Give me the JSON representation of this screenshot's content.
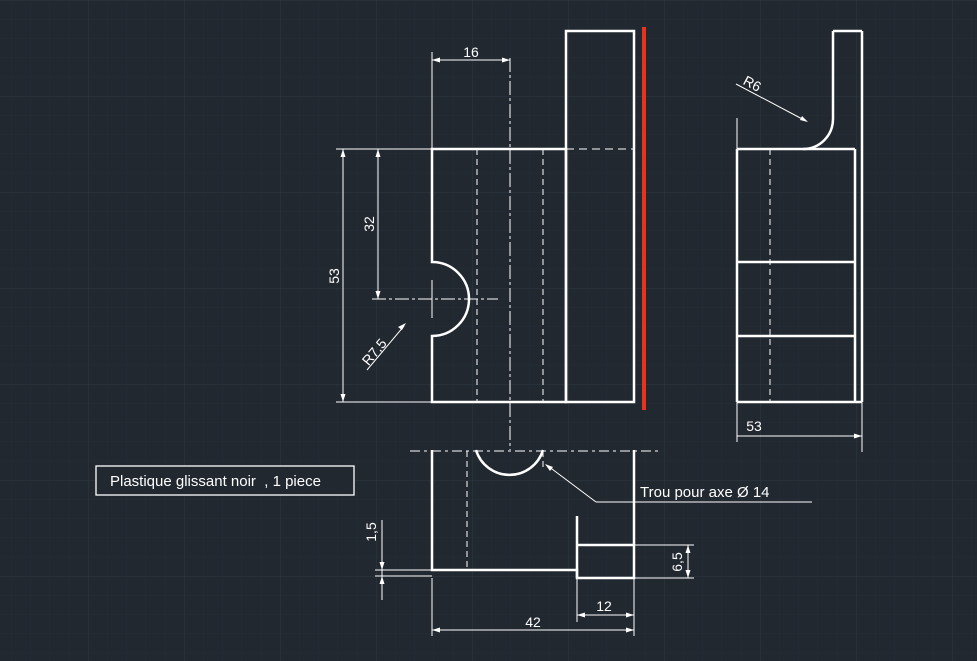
{
  "colors": {
    "background": "#212830",
    "grid_major": "#2f3742",
    "grid_minor": "#262d36",
    "line": "#ffffff",
    "section_line": "#e8321e"
  },
  "dimensions": {
    "d16": "16",
    "d32": "32",
    "d53_left": "53",
    "r75": "R7,5",
    "r6": "R6",
    "d53_right": "53",
    "d15": "1,5",
    "d65": "6,5",
    "d12": "12",
    "d42": "42"
  },
  "annotations": {
    "material": "Plastique glissant noir  , 1 piece",
    "hole": "Trou pour axe Ø 14"
  }
}
